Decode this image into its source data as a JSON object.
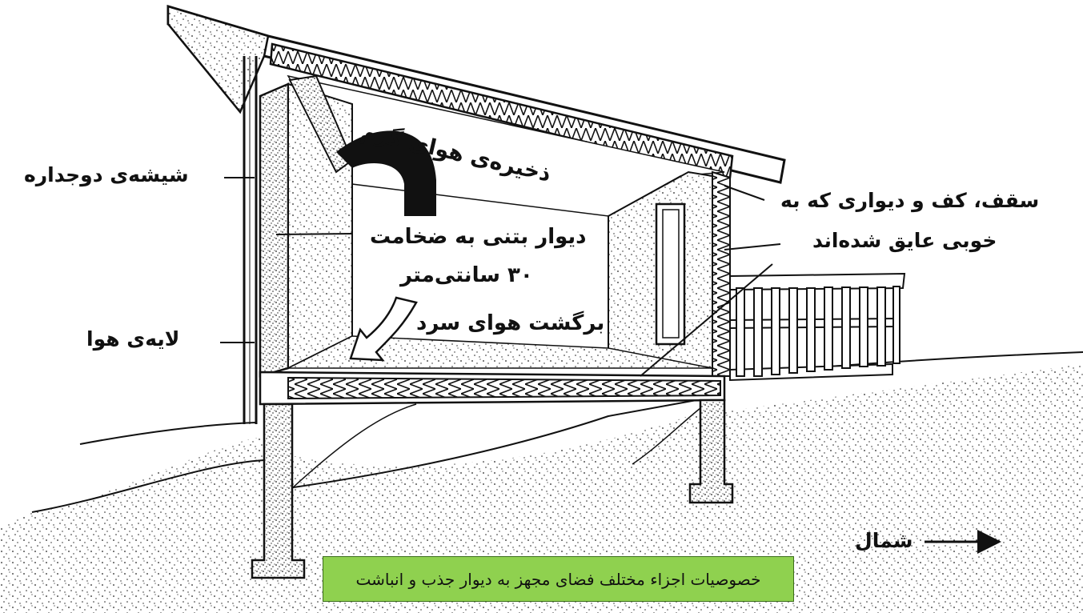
{
  "labels": {
    "double_glazing": "شیشه‌ی دوجداره",
    "air_layer": "لایه‌ی هوا",
    "warm_air_storage": "ذخیره‌ی هوای گرم",
    "concrete_wall_line1": "دیوار بتنی به ضخامت",
    "concrete_wall_line2": "۳۰ سانتی‌متر",
    "cold_air_return": "برگشت هوای سرد",
    "insulated_line1": "سقف، کف و دیواری که به",
    "insulated_line2": "خوبی عایق شده‌اند",
    "north": "شمال"
  },
  "caption": "خصوصیات اجزاء مختلف فضای مجهز به دیوار جذب و انباشت"
}
